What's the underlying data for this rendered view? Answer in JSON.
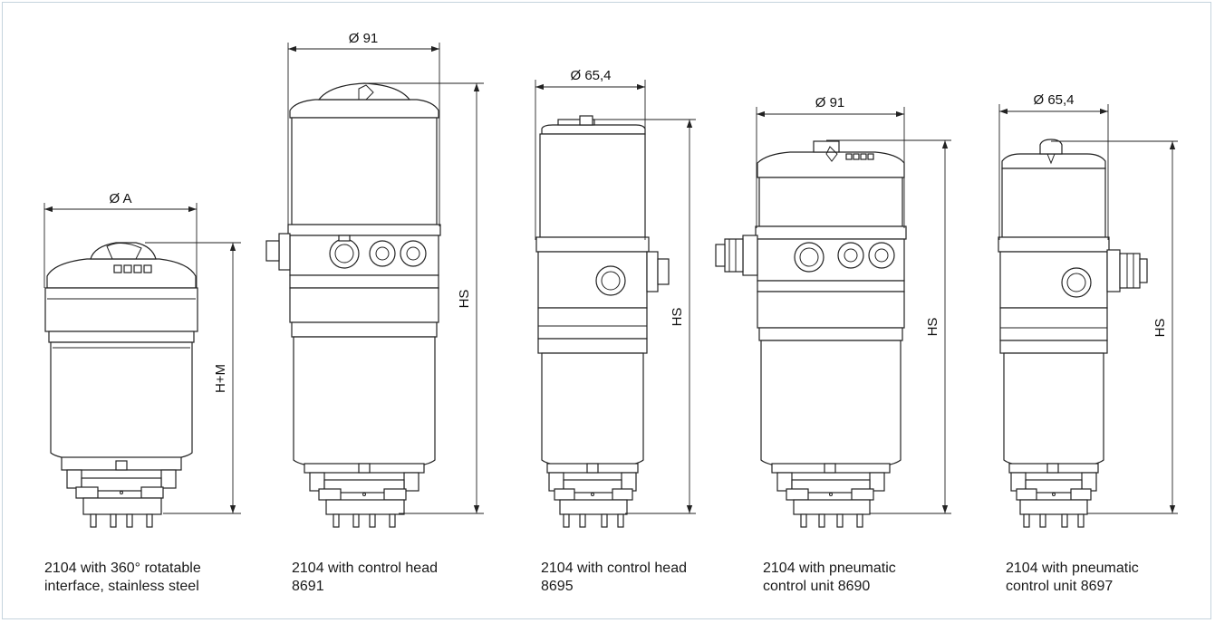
{
  "border_color": "#c5d4dd",
  "line_color": "#222222",
  "units": [
    {
      "caption_line1": "2104 with 360° rotatable",
      "caption_line2": "interface, stainless steel",
      "diameter_label": "Ø A",
      "height_label": "H+M"
    },
    {
      "caption_line1": "2104 with control head",
      "caption_line2": "8691",
      "diameter_label": "Ø 91",
      "height_label": "HS"
    },
    {
      "caption_line1": "2104 with control head",
      "caption_line2": "8695",
      "diameter_label": "Ø 65,4",
      "height_label": "HS"
    },
    {
      "caption_line1": "2104 with pneumatic",
      "caption_line2": "control unit 8690",
      "diameter_label": "Ø 91",
      "height_label": "HS"
    },
    {
      "caption_line1": "2104 with pneumatic",
      "caption_line2": "control unit 8697",
      "diameter_label": "Ø 65,4",
      "height_label": "HS"
    }
  ]
}
